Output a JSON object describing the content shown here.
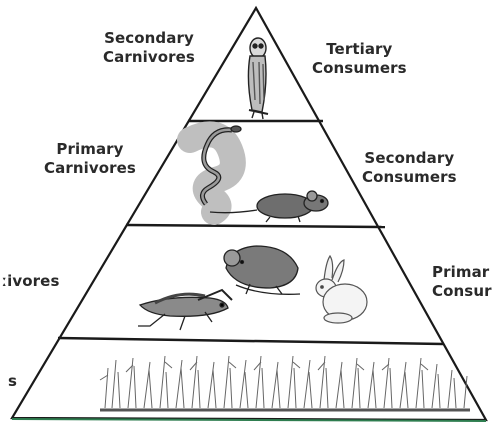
{
  "labels": {
    "top_left": [
      "Secondary",
      "Carnivores"
    ],
    "top_right": [
      "Tertiary",
      "Consumers"
    ],
    "second_left": [
      "Primary",
      "Carnivores"
    ],
    "second_right": [
      "Secondary",
      "Consumers"
    ],
    "third_left": [
      "ːivores"
    ],
    "third_right": [
      "Primar",
      "Consur"
    ],
    "bottom_left": [
      "s"
    ]
  },
  "tiers": [
    {
      "organisms": [
        "owl-icon"
      ]
    },
    {
      "organisms": [
        "snake-icon",
        "mouse-icon"
      ]
    },
    {
      "organisms": [
        "grasshopper-icon",
        "rat-icon",
        "rabbit-icon"
      ]
    },
    {
      "organisms": [
        "grass-icon"
      ]
    }
  ],
  "colors": {
    "outline": "#1a1a1a",
    "baseline": "#2e7d4f",
    "text": "#2a2a2a"
  }
}
